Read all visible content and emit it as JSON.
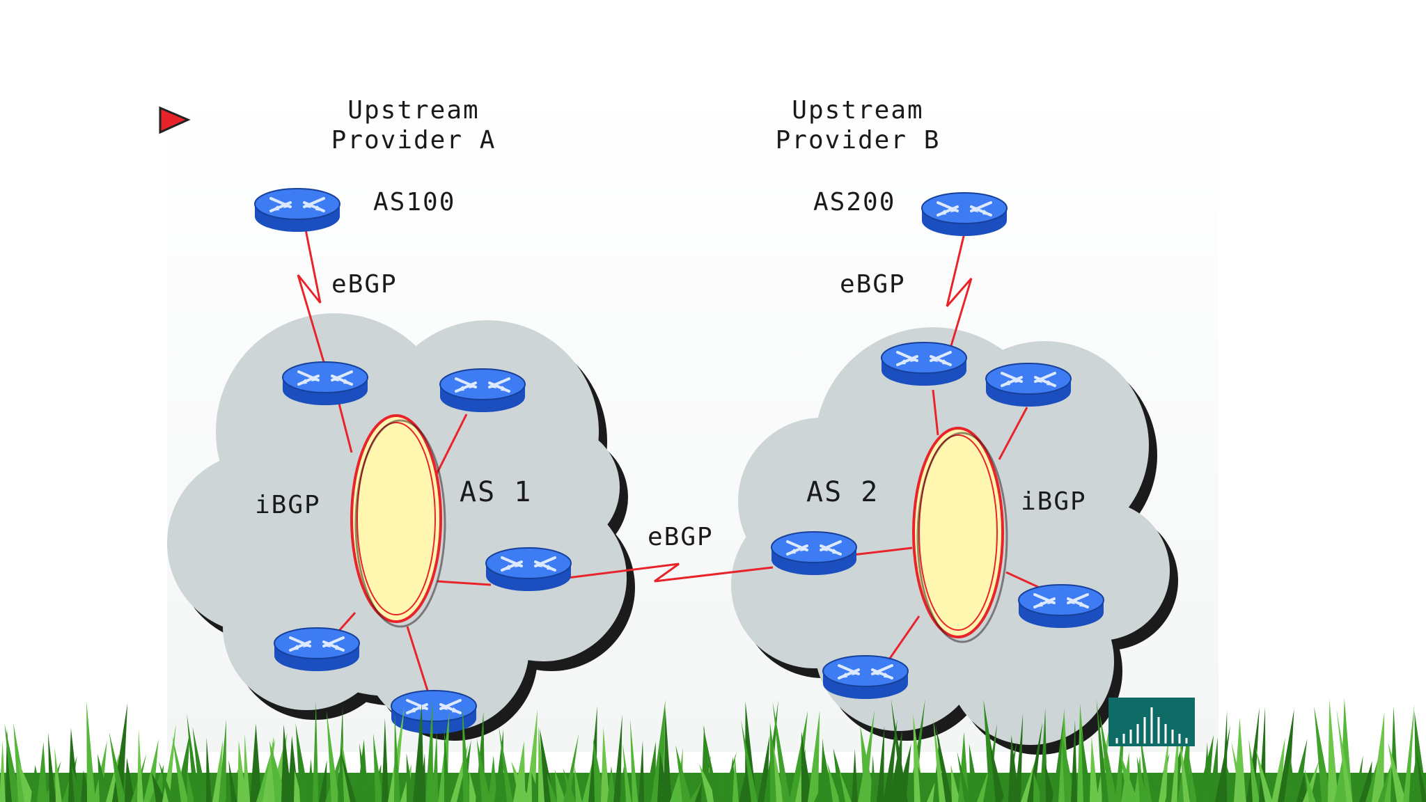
{
  "labels": {
    "provider_a_line1": "Upstream",
    "provider_a_line2": "Provider A",
    "provider_b_line1": "Upstream",
    "provider_b_line2": "Provider B",
    "as100": "AS100",
    "as200": "AS200",
    "ebgp_a": "eBGP",
    "ebgp_b": "eBGP",
    "ebgp_mid": "eBGP",
    "as1": "AS 1",
    "as2": "AS 2",
    "ibgp_1": "iBGP",
    "ibgp_2": "iBGP"
  },
  "icons": {
    "router": "router-icon",
    "pointer": "red-triangle-pointer-icon",
    "logo": "cisco-logo-icon",
    "decor": "grass-strip"
  },
  "colors": {
    "link": "#e8232a",
    "router_top": "#3d7cf2",
    "router_side": "#1b4fbf",
    "cloud": "#cdd5d6",
    "cloud_shadow": "#1b1b1b",
    "mesh_fill": "#fff7b0",
    "grass": "#2f8a1f",
    "logo_bg": "#0f6b65"
  }
}
